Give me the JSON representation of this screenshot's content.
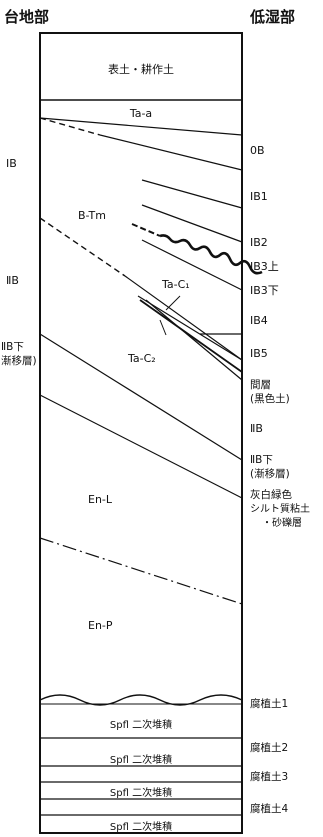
{
  "header": {
    "left": "台地部",
    "right": "低湿部"
  },
  "column_labels": {
    "topsoil": "表土・耕作土",
    "ta_a": "Ta-a",
    "b_tm": "B-Tm",
    "ta_c1": "Ta-C₁",
    "ta_c2": "Ta-C₂",
    "en_l": "En-L",
    "en_p": "En-P",
    "spfl_1": "Spfl 二次堆積",
    "spfl_2": "Spfl 二次堆積",
    "spfl_3": "Spfl 二次堆積",
    "spfl_4": "Spfl 二次堆積"
  },
  "left_labels": {
    "ib": "ⅠB",
    "iib": "ⅡB",
    "iib_lower_1": "ⅡB下",
    "iib_lower_2": "漸移層)"
  },
  "right_labels": {
    "ob": "0B",
    "ib1": "ⅠB1",
    "ib2": "ⅠB2",
    "ib3_upper": "ⅠB3上",
    "ib3_lower": "ⅠB3下",
    "ib4": "ⅠB4",
    "ib5": "ⅠB5",
    "interlayer_1": "間層",
    "interlayer_2": "(黒色土)",
    "iib": "ⅡB",
    "iib_lower_1": "ⅡB下",
    "iib_lower_2": "(漸移層)",
    "greygreen_1": "灰白緑色",
    "greygreen_2": "シルト質粘土",
    "greygreen_3": "・砂礫層",
    "humus1": "腐植土1",
    "humus2": "腐植土2",
    "humus3": "腐植土3",
    "humus4": "腐植土4"
  }
}
